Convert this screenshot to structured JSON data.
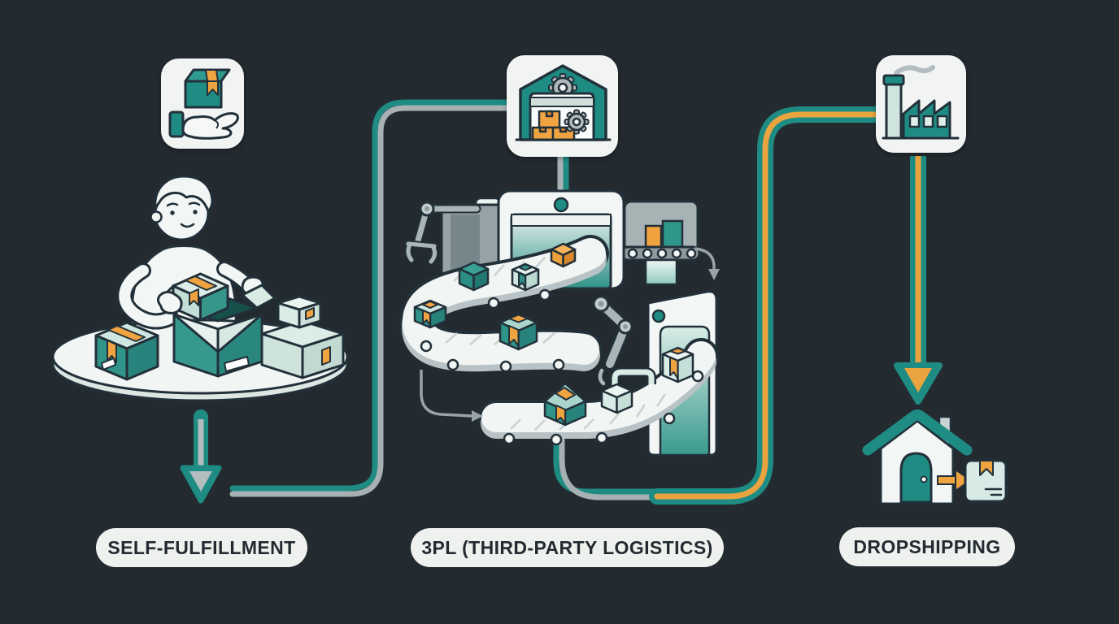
{
  "diagram": {
    "title": "",
    "type": "fulfillment-methods-comparison"
  },
  "columns": [
    {
      "id": "self-fulfillment",
      "label": "SELF-FULFILLMENT",
      "icon": "hand-holding-box-icon",
      "illustration": "person-packing-boxes-at-table"
    },
    {
      "id": "3pl",
      "label": "3PL (THIRD-PARTY LOGISTICS)",
      "icon": "warehouse-gears-icon",
      "illustration": "automated-conveyor-warehouse"
    },
    {
      "id": "dropshipping",
      "label": "DROPSHIPPING",
      "icon": "factory-icon",
      "illustration": "house-receiving-package"
    }
  ],
  "colors": {
    "background": "#232a30",
    "teal": "#1f8c84",
    "teal_dark": "#27837b",
    "mint": "#cfe6e0",
    "orange": "#efa440",
    "gray_line": "#a7b1b4",
    "card_bg": "#f1f4f2",
    "pill_bg": "#eef1ee",
    "pill_text": "#232b31",
    "outline": "#22303a"
  }
}
